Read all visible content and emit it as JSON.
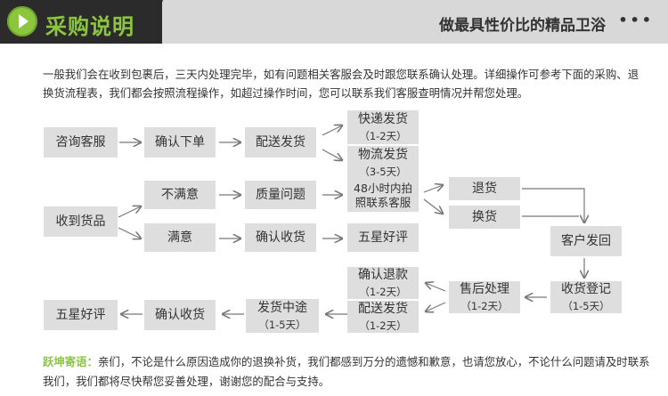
{
  "header": {
    "title": "采购说明",
    "tagline": "做最具性价比的精品卫浴",
    "dots": "•••",
    "accent_color": "#8cc63f"
  },
  "intro": {
    "text": "一般我们会在收到包裹后，三天内处理完毕，如有问题相关客服会及时跟您联系确认处理。详细操作可参考下面的采购、退换货流程表，我们都会按照流程操作，如超过操作时间，您可以联系我们客服查明情况并帮您处理。"
  },
  "flow": {
    "consult": "咨询客服",
    "confirm_order": "确认下单",
    "ship": "配送发货",
    "express": {
      "label": "快递发货",
      "time": "（1-2天）"
    },
    "logistics": {
      "label": "物流发货",
      "time": "（3-5天）"
    },
    "received": "收到货品",
    "unsatisfied": "不满意",
    "quality_issue": "质量问题",
    "contact_48h": {
      "line1": "48小时内拍",
      "line2": "照联系客服"
    },
    "return": "退货",
    "exchange": "换货",
    "customer_returns": "客户发回",
    "satisfied": "满意",
    "confirm_receipt": "确认收货",
    "five_star": "五星好评",
    "confirm_refund": {
      "label": "确认退款",
      "time": "（1-2天）"
    },
    "after_sales": {
      "label": "售后处理",
      "time": "（1-2天）"
    },
    "receive_register": {
      "label": "收货登记",
      "time": "（1-5天）"
    },
    "resend": {
      "label": "配送发货",
      "time": "（1-2天）"
    },
    "in_transit": {
      "label": "发货中途",
      "time": "（1-5天）"
    },
    "confirm_receipt_2": "确认收货",
    "five_star_2": "五星好评"
  },
  "footer": {
    "lead": "跃坤寄语：",
    "text": "亲们，不论是什么原因造成你的退换补货，我们都感到万分的遗憾和歉意，也请您放心，不论什么问题请及时联系我们，我们都将尽快帮您妥善处理，谢谢您的配合与支持。"
  }
}
